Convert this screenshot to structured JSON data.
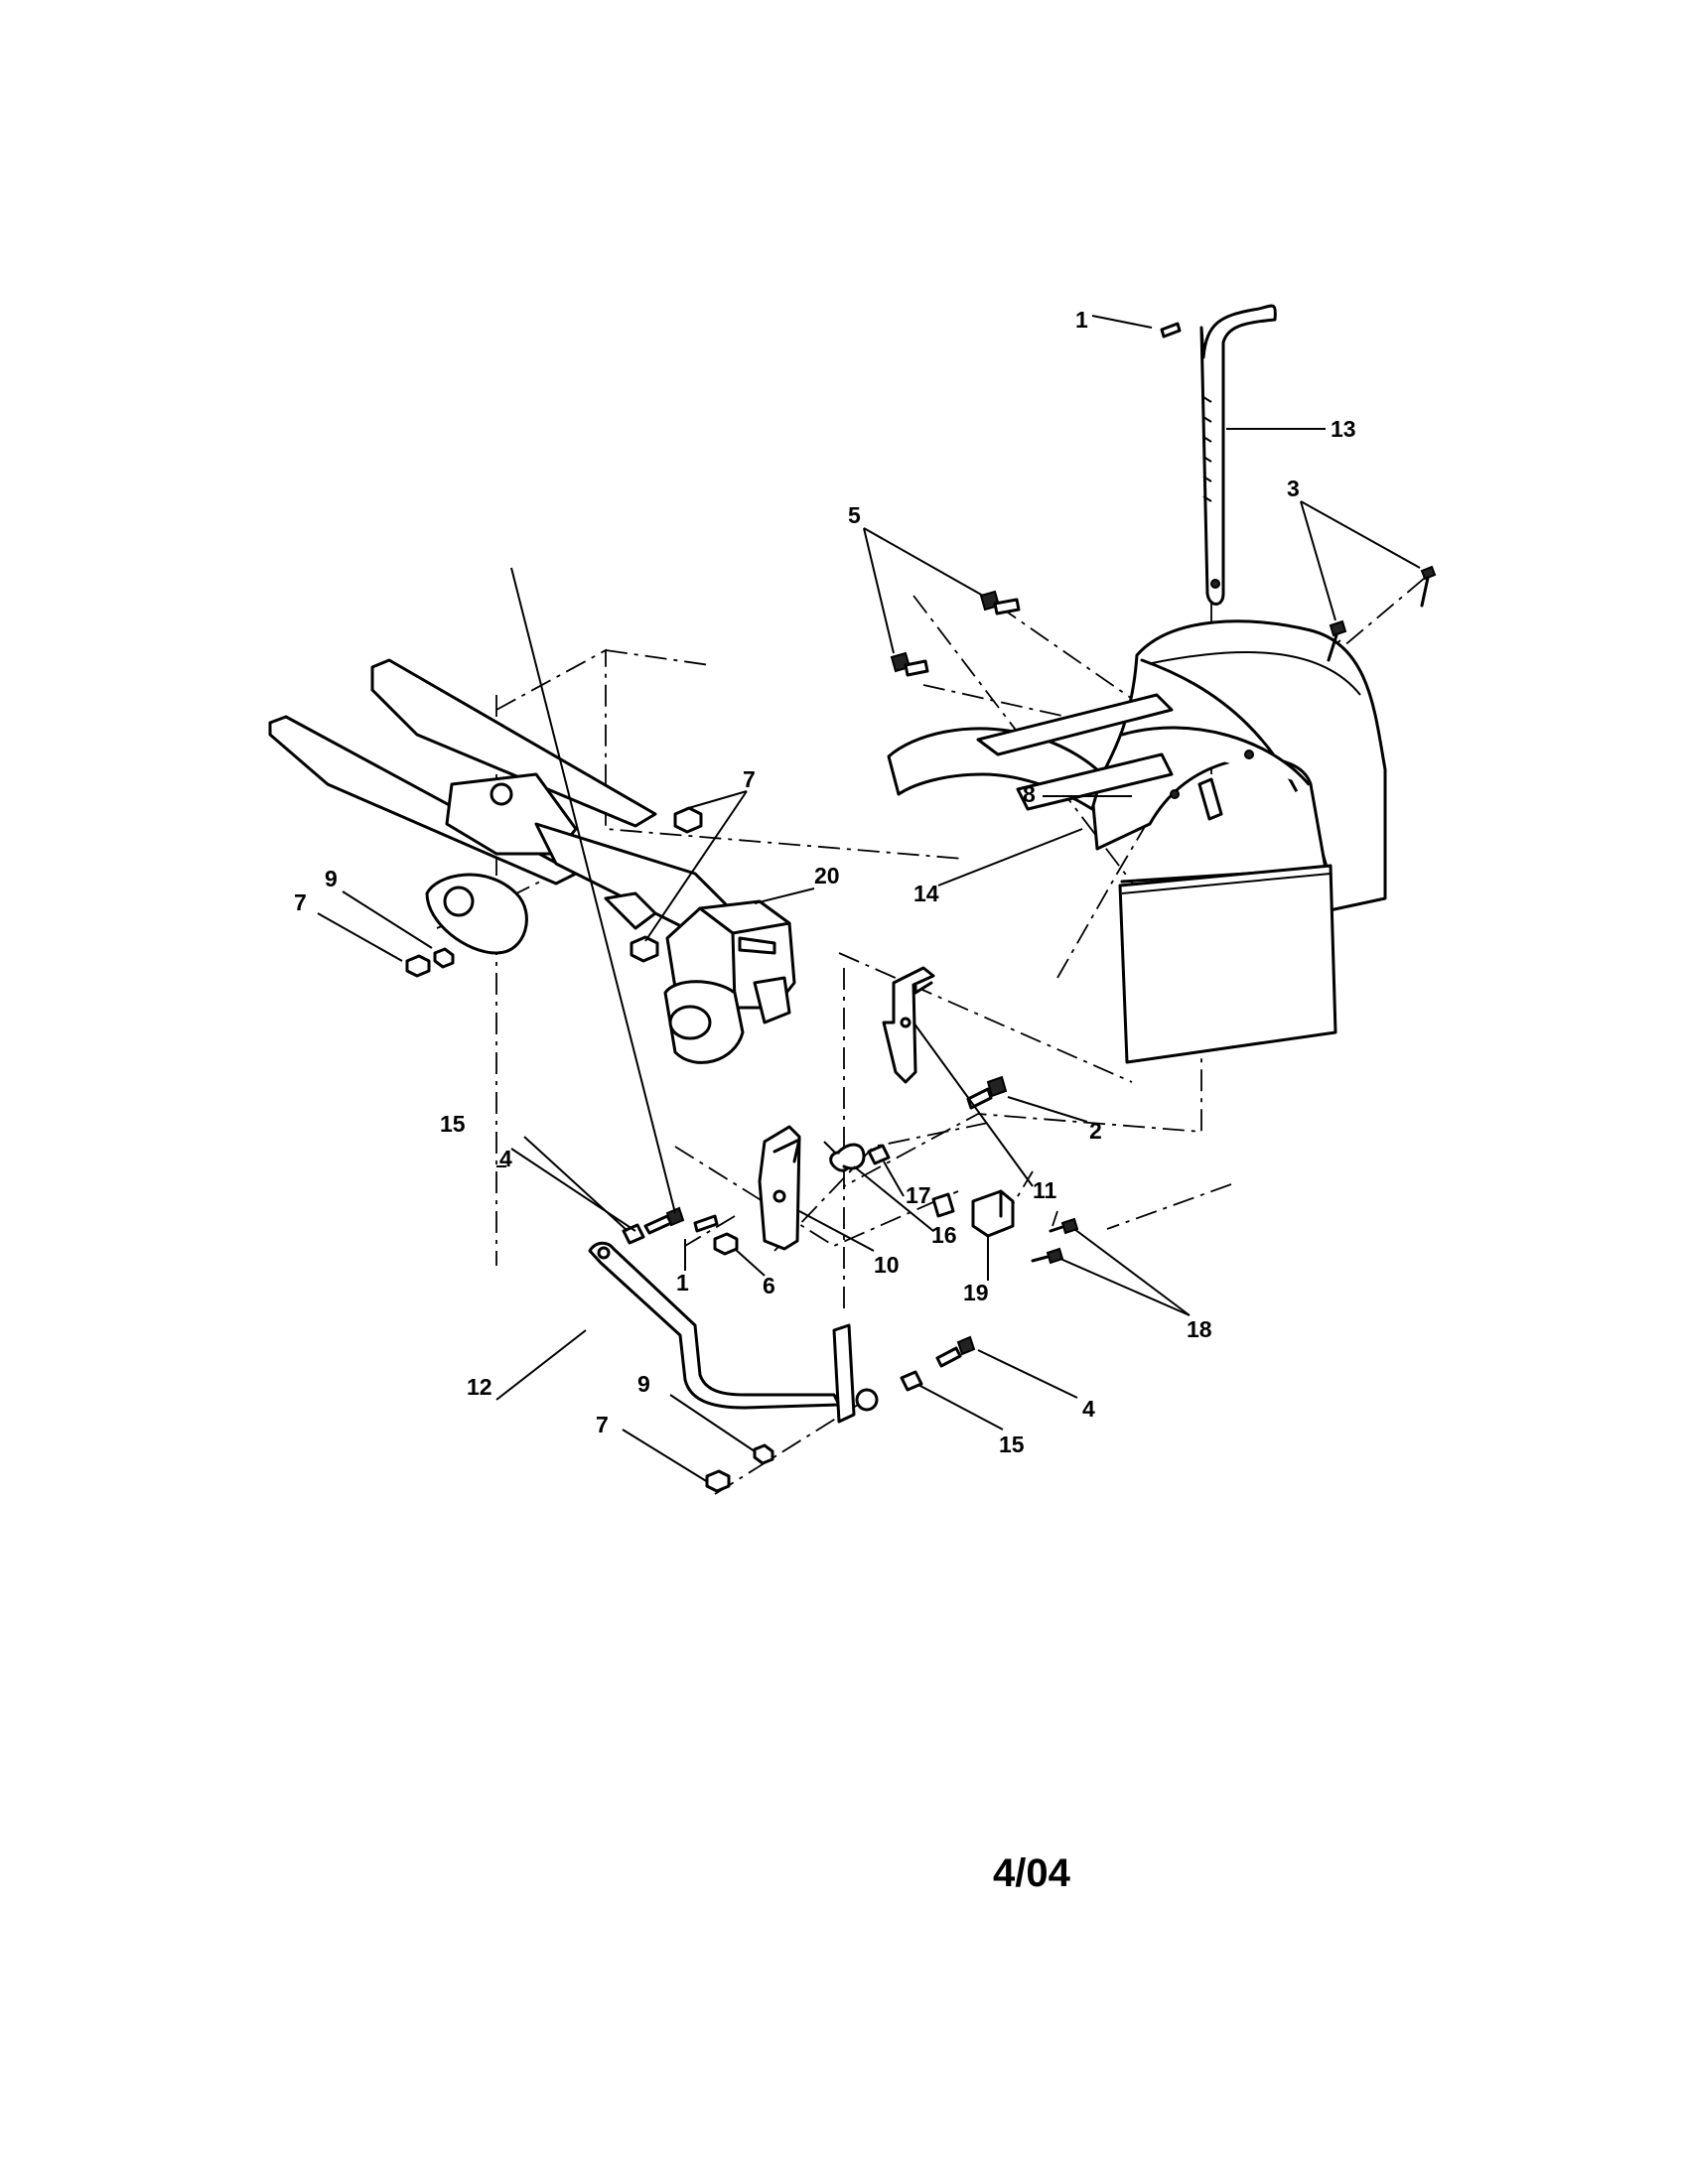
{
  "diagram": {
    "revision_date": "4/04",
    "callouts": {
      "c1a": "1",
      "c1b": "1",
      "c2": "2",
      "c3": "3",
      "c4a": "4",
      "c4b": "4",
      "c5": "5",
      "c6": "6",
      "c7a": "7",
      "c7b": "7",
      "c7c": "7",
      "c8": "8",
      "c9a": "9",
      "c9b": "9",
      "c10": "10",
      "c11": "11",
      "c12": "12",
      "c13": "13",
      "c14": "14",
      "c15a": "15",
      "c15b": "15",
      "c16": "16",
      "c17": "17",
      "c18": "18",
      "c19": "19",
      "c20": "20"
    }
  }
}
